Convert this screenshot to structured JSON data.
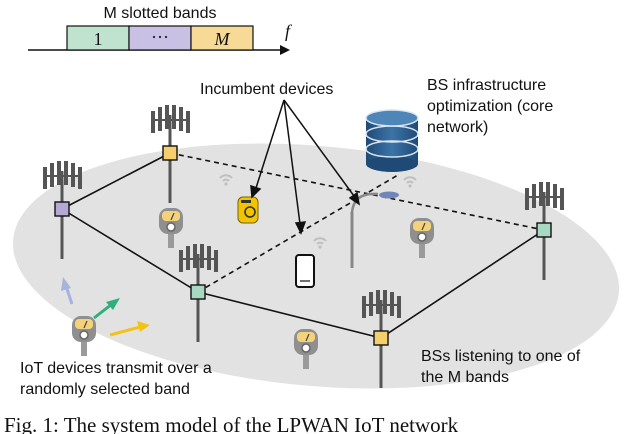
{
  "bands": {
    "title": "M slotted bands",
    "cells": [
      "1",
      "···",
      "M"
    ],
    "axis_label": "f",
    "colors": [
      "#bfe3cf",
      "#c9c1e3",
      "#f7da95"
    ]
  },
  "labels": {
    "incumbent": "Incumbent devices",
    "bs_infra": [
      "BS infrastructure",
      "optimization (core",
      "network)"
    ],
    "iot_devices": [
      "IoT devices transmit over a",
      "randomly selected band"
    ],
    "bs_listening": [
      "BSs listening to one of",
      "the M bands"
    ]
  },
  "caption": "Fig. 1: The system model of the LPWAN IoT network",
  "colors": {
    "ellipse": "#e2e2e2",
    "tower": "#5a5a5a",
    "bs_yellow": "#f4cf6b",
    "bs_green": "#a9d8c2",
    "bs_purple": "#b3a9d4",
    "database": "#2f5f8f",
    "arrow_blue": "#a6b4dd",
    "arrow_green": "#2fb07a",
    "arrow_yellow": "#f2c21b"
  },
  "icons": [
    "base-station-tower-icon",
    "database-icon",
    "parking-meter-icon",
    "smartphone-icon",
    "street-lamp-icon",
    "smart-meter-icon",
    "wifi-icon"
  ]
}
